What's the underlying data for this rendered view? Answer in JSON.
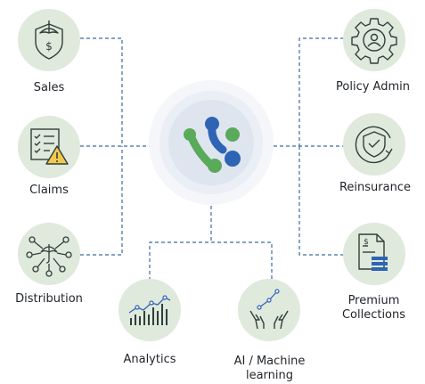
{
  "colors": {
    "node_bg": "#dfe9dc",
    "stroke": "#2f3f3c",
    "accent_blue": "#2e64b4",
    "accent_green": "#5aaa5c",
    "connector": "#3f6aa5",
    "warning_yellow": "#f2c94c",
    "halo": "#eef2f7"
  },
  "center": {
    "icon": "hub-logo-icon"
  },
  "nodes": {
    "sales": {
      "label": "Sales",
      "icon": "shield-dollar-umbrella-icon"
    },
    "claims": {
      "label": "Claims",
      "icon": "checklist-warning-icon"
    },
    "distribution": {
      "label": "Distribution",
      "icon": "umbrella-network-icon"
    },
    "policy_admin": {
      "label": "Policy Admin",
      "icon": "gear-user-icon"
    },
    "reinsurance": {
      "label": "Reinsurance",
      "icon": "shield-check-cycle-icon"
    },
    "premium_collections": {
      "label_line1": "Premium",
      "label_line2": "Collections",
      "icon": "document-dollar-cash-icon"
    },
    "analytics": {
      "label": "Analytics",
      "icon": "bar-line-chart-icon"
    },
    "ai_ml": {
      "label_line1": "AI / Machine",
      "label_line2": "learning",
      "icon": "hands-network-icon"
    }
  }
}
